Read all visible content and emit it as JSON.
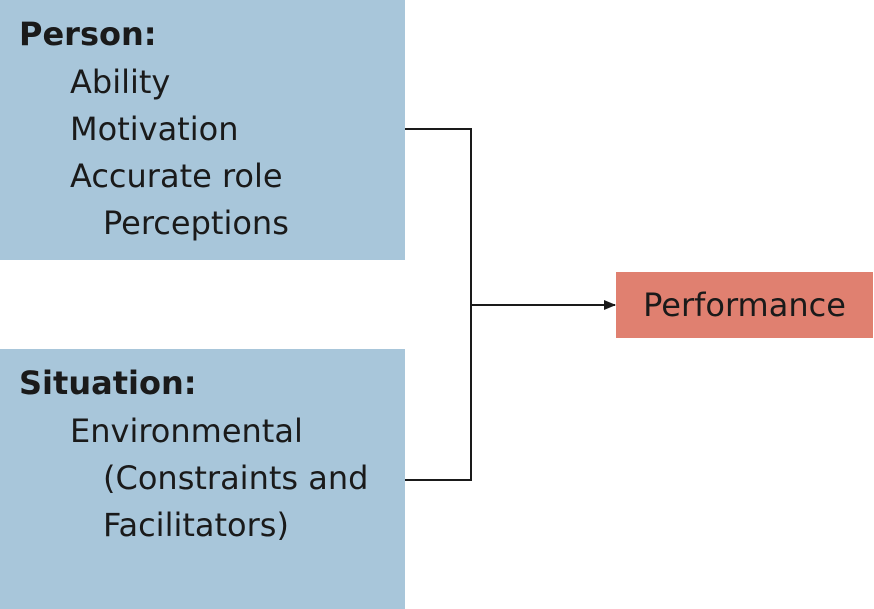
{
  "person": {
    "heading": "Person:",
    "items": [
      "Ability",
      "Motivation",
      "Accurate role",
      "Perceptions"
    ]
  },
  "situation": {
    "heading": "Situation:",
    "items": [
      "Environmental",
      "(Constraints and",
      "Facilitators)"
    ]
  },
  "outcome": {
    "label": "Performance"
  },
  "colors": {
    "input_box": "#a8c6da",
    "outcome_box": "#e08070",
    "connector": "#1a1a1a"
  }
}
